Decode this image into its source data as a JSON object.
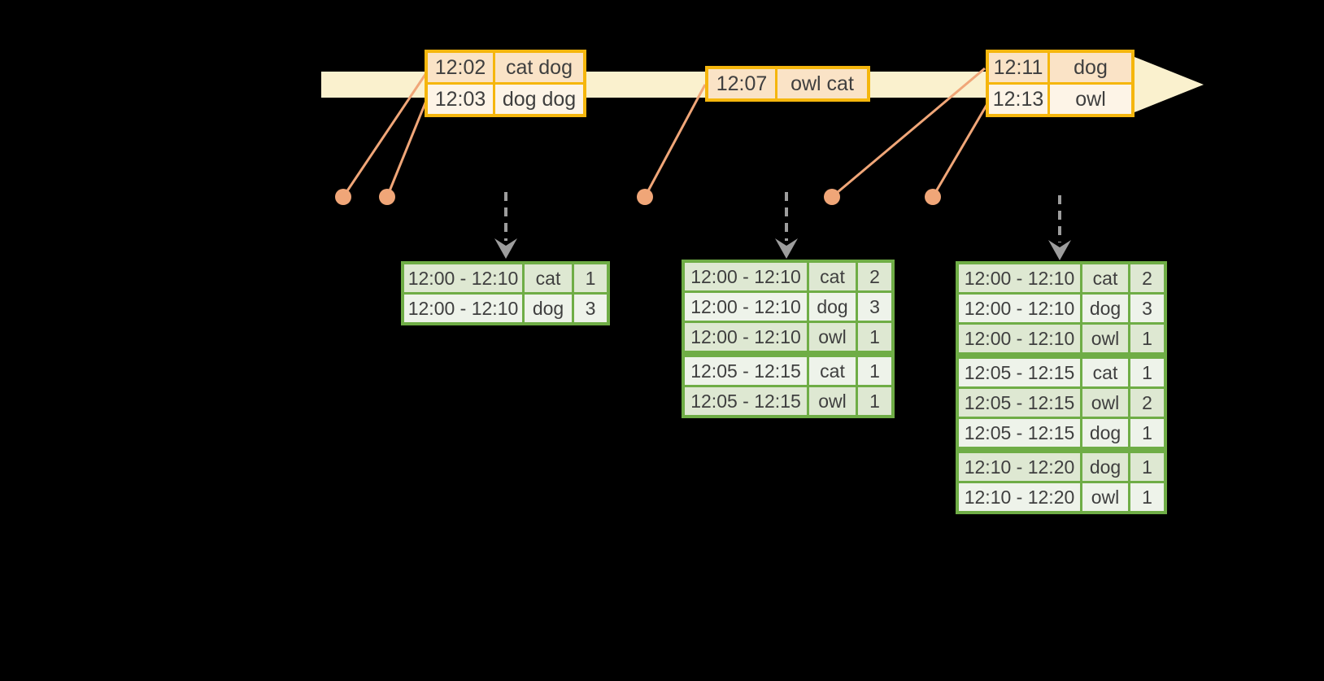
{
  "diagram_title": "windowed-grouped-aggregation-diagram",
  "colors": {
    "background": "#000000",
    "timeline_band": "#faf1ce",
    "event_table_border": "#f5b60d",
    "event_row_dark": "#fae3c6",
    "event_row_light": "#fdf4e7",
    "event_dot": "#f0a678",
    "connector_line": "#f0a678",
    "trigger_arrow": "#9d9d9d",
    "result_table_border": "#6fad46",
    "result_row_dark": "#dee8d2",
    "result_row_light": "#eef3ea",
    "text": "#3f3f3f"
  },
  "event_tables": [
    {
      "rows": [
        [
          "12:02",
          "cat dog"
        ],
        [
          "12:03",
          "dog dog"
        ]
      ]
    },
    {
      "rows": [
        [
          "12:07",
          "owl cat"
        ]
      ]
    },
    {
      "rows": [
        [
          "12:11",
          "dog"
        ],
        [
          "12:13",
          "owl"
        ]
      ]
    }
  ],
  "result_tables": [
    {
      "rows": [
        [
          "12:00 - 12:10",
          "cat",
          "1"
        ],
        [
          "12:00 - 12:10",
          "dog",
          "3"
        ]
      ],
      "group_breaks": []
    },
    {
      "rows": [
        [
          "12:00 - 12:10",
          "cat",
          "2"
        ],
        [
          "12:00 - 12:10",
          "dog",
          "3"
        ],
        [
          "12:00 - 12:10",
          "owl",
          "1"
        ],
        [
          "12:05 - 12:15",
          "cat",
          "1"
        ],
        [
          "12:05 - 12:15",
          "owl",
          "1"
        ]
      ],
      "group_breaks": [
        3
      ]
    },
    {
      "rows": [
        [
          "12:00 - 12:10",
          "cat",
          "2"
        ],
        [
          "12:00 - 12:10",
          "dog",
          "3"
        ],
        [
          "12:00 - 12:10",
          "owl",
          "1"
        ],
        [
          "12:05 - 12:15",
          "cat",
          "1"
        ],
        [
          "12:05 - 12:15",
          "owl",
          "2"
        ],
        [
          "12:05 - 12:15",
          "dog",
          "1"
        ],
        [
          "12:10 - 12:20",
          "dog",
          "1"
        ],
        [
          "12:10 - 12:20",
          "owl",
          "1"
        ]
      ],
      "group_breaks": [
        3,
        6
      ]
    }
  ]
}
